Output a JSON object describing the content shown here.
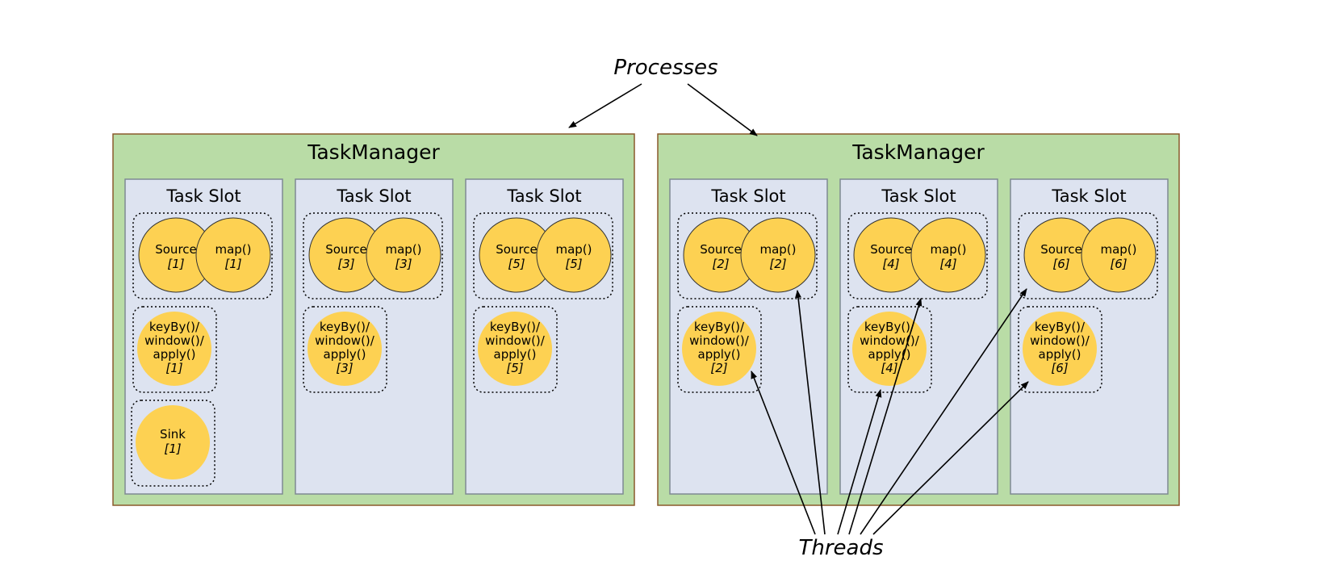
{
  "annotations": {
    "processes": "Processes",
    "threads": "Threads"
  },
  "colors": {
    "task_manager_fill": "#b9dca6",
    "task_manager_border": "#8a5a2b",
    "slot_fill": "#dde3f0",
    "slot_border": "#7f8a93",
    "operator_fill": "#fdd152",
    "operator_border": "#333333"
  },
  "task_managers": [
    {
      "title": "TaskManager",
      "slots": [
        {
          "title": "Task Slot",
          "chain": [
            {
              "name": "Source",
              "index": "[1]"
            },
            {
              "name": "map()",
              "index": "[1]"
            }
          ],
          "window": {
            "lines": [
              "keyBy()/",
              "window()/",
              "apply()"
            ],
            "index": "[1]"
          },
          "sink": {
            "name": "Sink",
            "index": "[1]"
          }
        },
        {
          "title": "Task Slot",
          "chain": [
            {
              "name": "Source",
              "index": "[3]"
            },
            {
              "name": "map()",
              "index": "[3]"
            }
          ],
          "window": {
            "lines": [
              "keyBy()/",
              "window()/",
              "apply()"
            ],
            "index": "[3]"
          }
        },
        {
          "title": "Task Slot",
          "chain": [
            {
              "name": "Source",
              "index": "[5]"
            },
            {
              "name": "map()",
              "index": "[5]"
            }
          ],
          "window": {
            "lines": [
              "keyBy()/",
              "window()/",
              "apply()"
            ],
            "index": "[5]"
          }
        }
      ]
    },
    {
      "title": "TaskManager",
      "slots": [
        {
          "title": "Task Slot",
          "chain": [
            {
              "name": "Source",
              "index": "[2]"
            },
            {
              "name": "map()",
              "index": "[2]"
            }
          ],
          "window": {
            "lines": [
              "keyBy()/",
              "window()/",
              "apply()"
            ],
            "index": "[2]"
          }
        },
        {
          "title": "Task Slot",
          "chain": [
            {
              "name": "Source",
              "index": "[4]"
            },
            {
              "name": "map()",
              "index": "[4]"
            }
          ],
          "window": {
            "lines": [
              "keyBy()/",
              "window()/",
              "apply()"
            ],
            "index": "[4]"
          }
        },
        {
          "title": "Task Slot",
          "chain": [
            {
              "name": "Source",
              "index": "[6]"
            },
            {
              "name": "map()",
              "index": "[6]"
            }
          ],
          "window": {
            "lines": [
              "keyBy()/",
              "window()/",
              "apply()"
            ],
            "index": "[6]"
          }
        }
      ]
    }
  ]
}
